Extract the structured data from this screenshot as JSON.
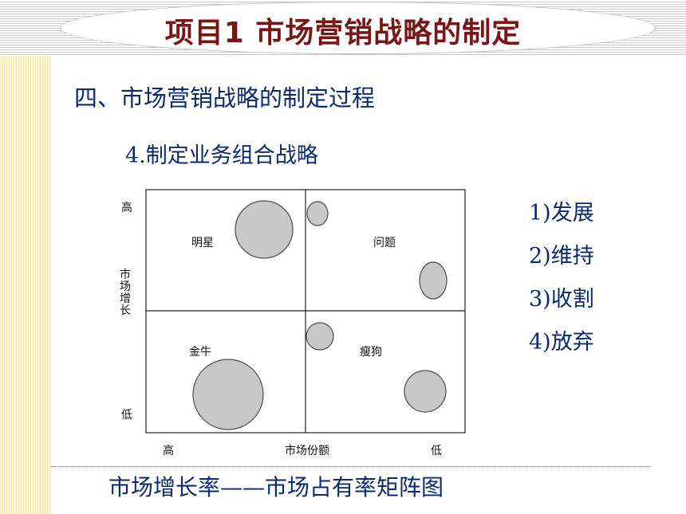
{
  "title": "项目1  市场营销战略的制定",
  "heading": "四、市场营销战略的制定过程",
  "subheading": "4.制定业务组合战略",
  "matrix": {
    "y_axis_label": "市场增长",
    "y_high": "高",
    "y_low": "低",
    "x_axis_label": "市场份额",
    "x_high": "高",
    "x_low": "低",
    "quadrants": {
      "star": "明星",
      "question": "问题",
      "cash_cow": "金牛",
      "dog": "瘦狗"
    }
  },
  "strategies": [
    "1)发展",
    "2)维持",
    "3)收割",
    "4)放弃"
  ],
  "caption": "市场增长率——市场占有率矩阵图",
  "colors": {
    "title": "#7a1515",
    "text": "#0b2a6e",
    "bubble_fill": "#c8c8c8",
    "bubble_stroke": "#4a4a4a"
  }
}
